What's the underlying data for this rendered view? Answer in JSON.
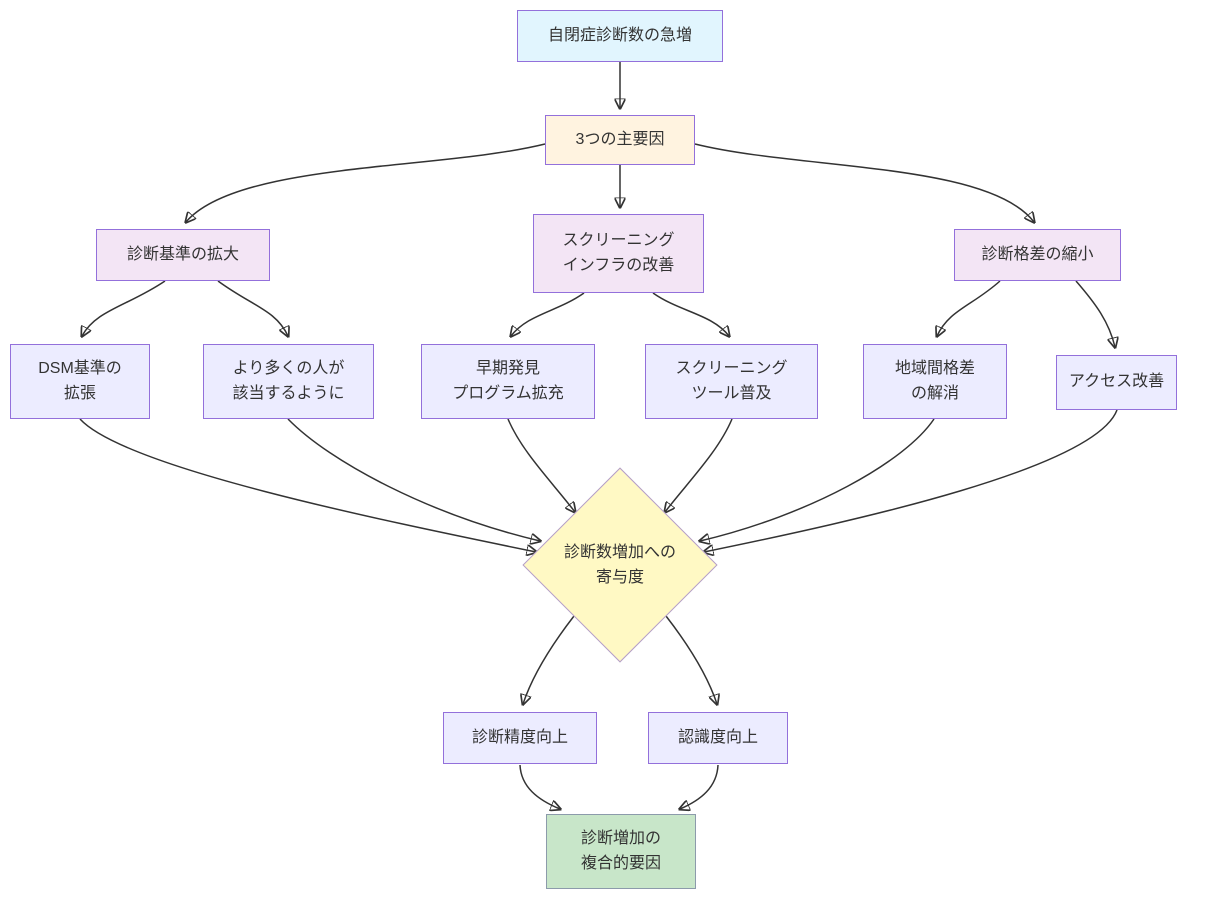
{
  "diagram_type": "flowchart",
  "palette": {
    "background": "#ffffff",
    "edge_color": "#333333",
    "text_color": "#333333",
    "node_border": "#9370db",
    "diamond_border": "#b39dcb",
    "fill_blue": "#e1f5fe",
    "fill_orange": "#fff3e0",
    "fill_purple": "#f3e5f5",
    "fill_lavender": "#ececff",
    "fill_yellow": "#fff9c4",
    "fill_green": "#c8e6c9"
  },
  "nodes": {
    "root": {
      "label": "自閉症診断数の急増",
      "shape": "rect",
      "fill": "#e1f5fe"
    },
    "factors": {
      "label": "3つの主要因",
      "shape": "rect",
      "fill": "#fff3e0"
    },
    "criteria": {
      "label": "診断基準の拡大",
      "shape": "rect",
      "fill": "#f3e5f5"
    },
    "infra": {
      "label": "スクリーニング\nインフラの改善",
      "shape": "rect",
      "fill": "#f3e5f5"
    },
    "disparity": {
      "label": "診断格差の縮小",
      "shape": "rect",
      "fill": "#f3e5f5"
    },
    "dsm": {
      "label": "DSM基準の\n拡張",
      "shape": "rect",
      "fill": "#ececff"
    },
    "more": {
      "label": "より多くの人が\n該当するように",
      "shape": "rect",
      "fill": "#ececff"
    },
    "early": {
      "label": "早期発見\nプログラム拡充",
      "shape": "rect",
      "fill": "#ececff"
    },
    "tools": {
      "label": "スクリーニング\nツール普及",
      "shape": "rect",
      "fill": "#ececff"
    },
    "regional": {
      "label": "地域間格差\nの解消",
      "shape": "rect",
      "fill": "#ececff"
    },
    "access": {
      "label": "アクセス改善",
      "shape": "rect",
      "fill": "#ececff"
    },
    "contribution": {
      "label": "診断数増加への\n寄与度",
      "shape": "diamond",
      "fill": "#fff9c4"
    },
    "accuracy": {
      "label": "診断精度向上",
      "shape": "rect",
      "fill": "#ececff"
    },
    "awareness": {
      "label": "認識度向上",
      "shape": "rect",
      "fill": "#ececff"
    },
    "combined": {
      "label": "診断増加の\n複合的要因",
      "shape": "rect",
      "fill": "#c8e6c9"
    }
  },
  "edges": [
    {
      "from": "root",
      "to": "factors"
    },
    {
      "from": "factors",
      "to": "criteria"
    },
    {
      "from": "factors",
      "to": "infra"
    },
    {
      "from": "factors",
      "to": "disparity"
    },
    {
      "from": "criteria",
      "to": "dsm"
    },
    {
      "from": "criteria",
      "to": "more"
    },
    {
      "from": "infra",
      "to": "early"
    },
    {
      "from": "infra",
      "to": "tools"
    },
    {
      "from": "disparity",
      "to": "regional"
    },
    {
      "from": "disparity",
      "to": "access"
    },
    {
      "from": "dsm",
      "to": "contribution"
    },
    {
      "from": "more",
      "to": "contribution"
    },
    {
      "from": "early",
      "to": "contribution"
    },
    {
      "from": "tools",
      "to": "contribution"
    },
    {
      "from": "regional",
      "to": "contribution"
    },
    {
      "from": "access",
      "to": "contribution"
    },
    {
      "from": "contribution",
      "to": "accuracy"
    },
    {
      "from": "contribution",
      "to": "awareness"
    },
    {
      "from": "accuracy",
      "to": "combined"
    },
    {
      "from": "awareness",
      "to": "combined"
    }
  ]
}
